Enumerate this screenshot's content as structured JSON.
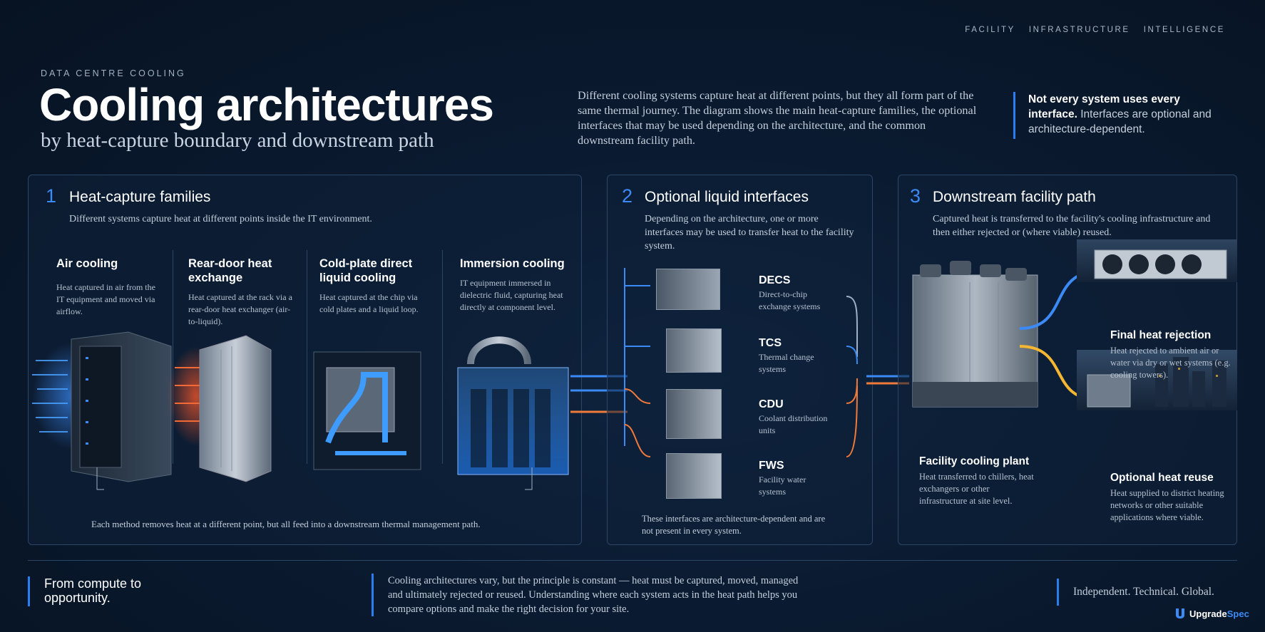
{
  "nav": [
    "FACILITY",
    "INFRASTRUCTURE",
    "INTELLIGENCE"
  ],
  "header": {
    "eyebrow": "DATA CENTRE COOLING",
    "title": "Cooling architectures",
    "subtitle": "by heat-capture boundary and downstream path",
    "intro": "Different cooling systems capture heat at different points, but they all form part of the same thermal journey. The diagram shows the main heat-capture families, the optional interfaces that may be used depending on the architecture, and the common downstream facility path.",
    "callout_bold": "Not every system uses every interface.",
    "callout_text": "Interfaces are optional and architecture-dependent."
  },
  "panel1": {
    "number": "1",
    "title": "Heat-capture families",
    "desc": "Different systems capture heat at different points inside the IT environment.",
    "families": [
      {
        "title": "Air cooling",
        "desc": "Heat captured in air from the IT equipment and moved via airflow."
      },
      {
        "title": "Rear-door heat exchange",
        "desc": "Heat captured at the rack via a rear-door heat exchanger (air-to-liquid)."
      },
      {
        "title": "Cold-plate direct liquid cooling",
        "desc": "Heat captured at the chip via cold plates and a liquid loop."
      },
      {
        "title": "Immersion cooling",
        "desc": "IT equipment immersed in dielectric fluid, capturing heat directly at component level."
      }
    ],
    "note": "Each method removes heat at a different point, but all feed into a downstream thermal management path."
  },
  "panel2": {
    "number": "2",
    "title": "Optional liquid interfaces",
    "desc": "Depending on the architecture, one or more interfaces may be used to transfer heat to the facility system.",
    "interfaces": [
      {
        "name": "DECS",
        "desc": "Direct-to-chip exchange systems"
      },
      {
        "name": "TCS",
        "desc": "Thermal change systems"
      },
      {
        "name": "CDU",
        "desc": "Coolant distribution units"
      },
      {
        "name": "FWS",
        "desc": "Facility water systems"
      }
    ],
    "note": "These interfaces are architecture-dependent and are not present in every system."
  },
  "panel3": {
    "number": "3",
    "title": "Downstream facility path",
    "desc": "Captured heat is transferred to the facility's cooling infrastructure and then either rejected or (where viable) reused.",
    "plant": {
      "title": "Facility cooling plant",
      "desc": "Heat transferred to chillers, heat exchangers or other infrastructure at site level."
    },
    "rejection": {
      "title": "Final heat rejection",
      "desc": "Heat rejected to ambient air or water via dry or wet systems (e.g. cooling towers)."
    },
    "reuse": {
      "title": "Optional heat reuse",
      "desc": "Heat supplied to district heating networks or other suitable applications where viable."
    }
  },
  "footer": {
    "tagline": "From compute to opportunity.",
    "summary": "Cooling architectures vary, but the principle is constant — heat must be captured, moved, managed and ultimately rejected or reused. Understanding where each system acts in the heat path helps you compare options and make the right decision for your site.",
    "motto": "Independent. Technical. Global.",
    "brand_1": "Upgrade",
    "brand_2": "Spec"
  },
  "colors": {
    "accent": "#2a7ef0",
    "cold": "#3b8af5",
    "hot": "#f07a3a",
    "warm": "#f5b731"
  }
}
